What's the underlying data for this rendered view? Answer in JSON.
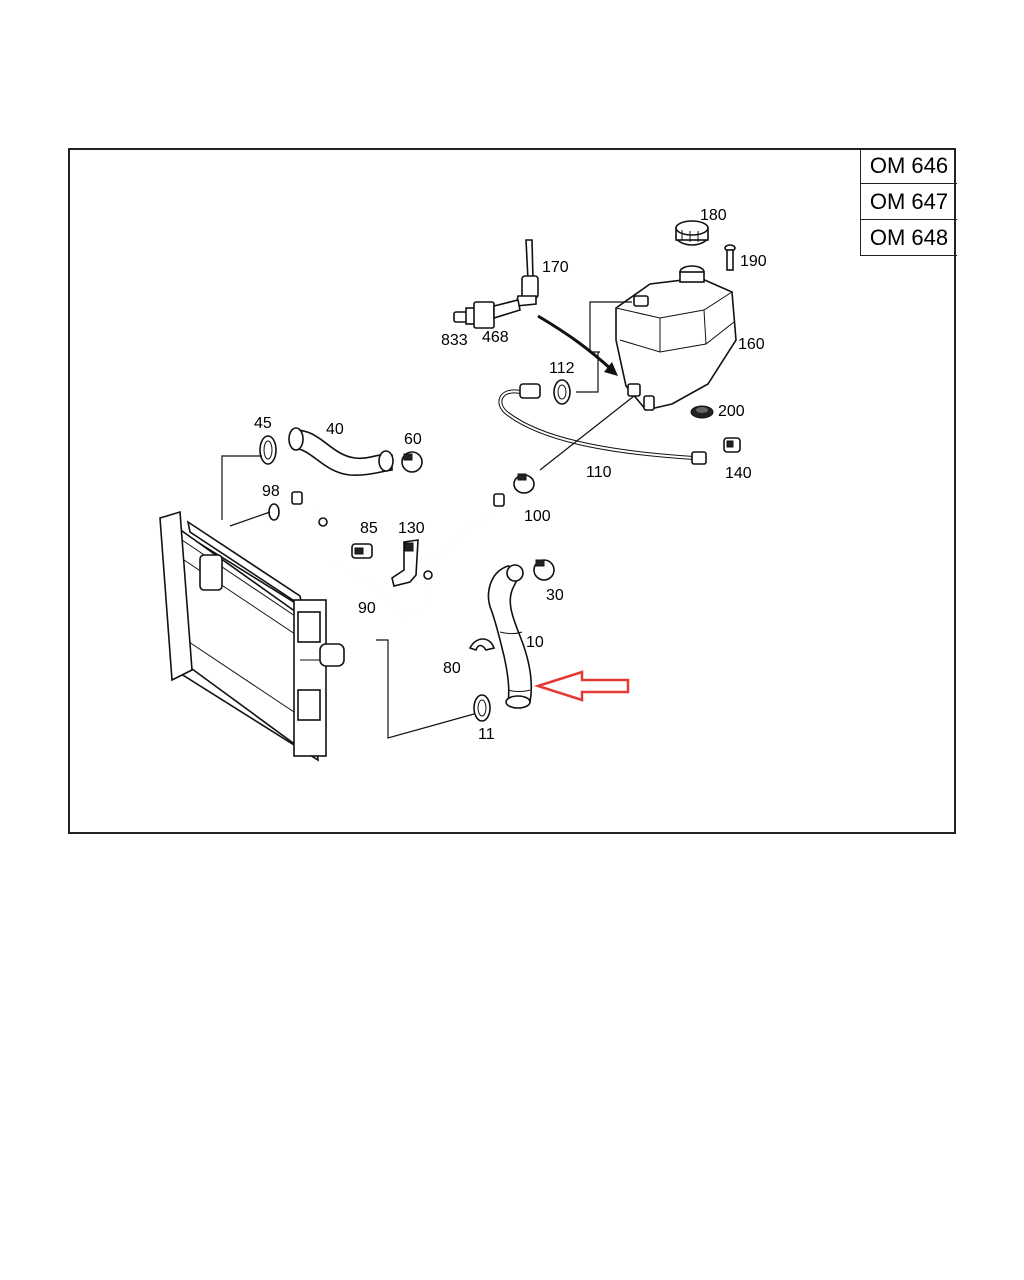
{
  "engines": [
    "OM 646",
    "OM 647",
    "OM 648"
  ],
  "callouts": {
    "c180": "180",
    "c190": "190",
    "c170": "170",
    "c833": "833",
    "c468": "468",
    "c160": "160",
    "c112": "112",
    "c200": "200",
    "c45": "45",
    "c40": "40",
    "c60": "60",
    "c110": "110",
    "c140": "140",
    "c98": "98",
    "c100": "100",
    "c85": "85",
    "c130": "130",
    "c30": "30",
    "c90": "90",
    "c10": "10",
    "c80": "80",
    "c11": "11"
  },
  "colors": {
    "highlight_arrow": "#e53935",
    "line": "#111111"
  },
  "highlighted_part": "10"
}
